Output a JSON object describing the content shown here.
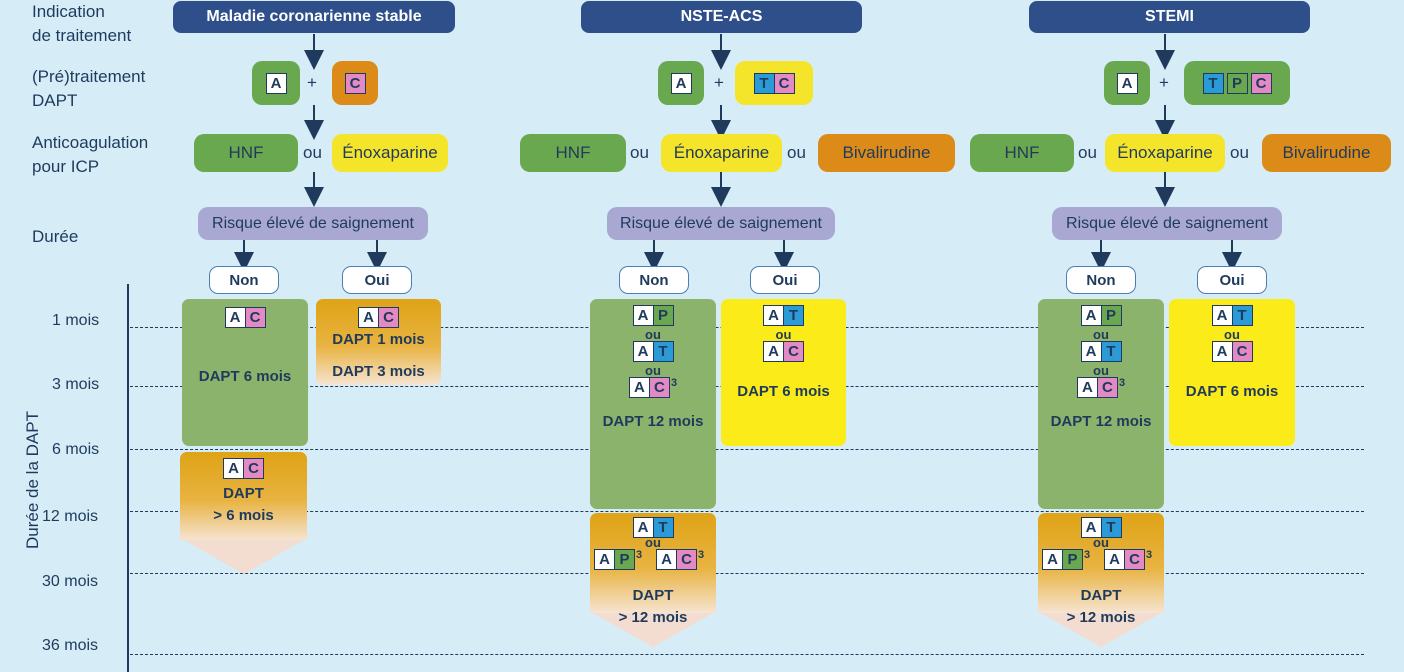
{
  "row_labels": {
    "indication": "Indication\nde traitement",
    "pretraitement": "(Pré)traitement\nDAPT",
    "anticoag": "Anticoagulation\npour ICP",
    "duree": "Durée"
  },
  "axis_label": "Durée de la DAPT",
  "ticks": [
    "1 mois",
    "3 mois",
    "6 mois",
    "12 mois",
    "30 mois",
    "36 mois"
  ],
  "columns": {
    "stable": {
      "header": "Maladie coronarienne stable",
      "anticoag": [
        "HNF",
        "ou",
        "Énoxaparine"
      ],
      "risk": "Risque élevé de saignement",
      "non": "Non",
      "oui": "Oui",
      "box1": "DAPT 6 mois",
      "box2a": "DAPT 1 mois",
      "box2b": "DAPT 3 mois",
      "box3a": "DAPT",
      "box3b": "> 6 mois"
    },
    "nste": {
      "header": "NSTE-ACS",
      "anticoag": [
        "HNF",
        "ou",
        "Énoxaparine",
        "ou",
        "Bivalirudine"
      ],
      "risk": "Risque élevé de saignement",
      "non": "Non",
      "oui": "Oui",
      "ou": "ou",
      "sup": "3",
      "box1": "DAPT 12 mois",
      "box2": "DAPT 6 mois",
      "box3a": "DAPT",
      "box3b": "> 12 mois"
    },
    "stemi": {
      "header": "STEMI",
      "anticoag": [
        "HNF",
        "ou",
        "Énoxaparine",
        "ou",
        "Bivalirudine"
      ],
      "risk": "Risque élevé de saignement",
      "non": "Non",
      "oui": "Oui",
      "ou": "ou",
      "sup": "3",
      "box1": "DAPT 12 mois",
      "box2": "DAPT 6 mois",
      "box3a": "DAPT",
      "box3b": "> 12 mois"
    }
  },
  "drug_letters": {
    "A": "A",
    "C": "C",
    "T": "T",
    "P": "P"
  },
  "plus": "+",
  "colors": {
    "header": "#2e4f8a",
    "green": "#6aa84f",
    "yellow": "#f5e52a",
    "orange": "#dc8a18",
    "purple": "#a9a8d3",
    "A": "#ffffff",
    "C": "#e389c3",
    "T": "#2a9bd6",
    "P": "#6aa84f"
  }
}
